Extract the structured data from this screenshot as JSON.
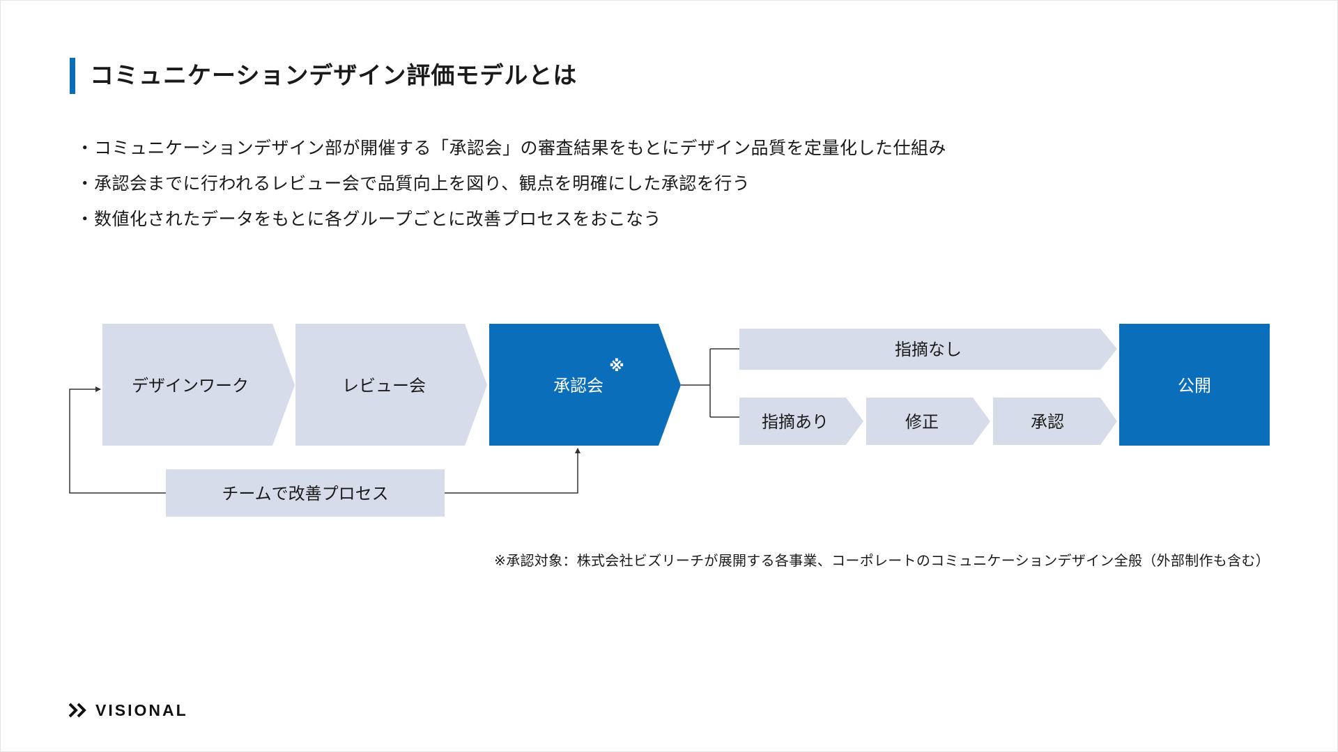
{
  "title": "コミュニケーションデザイン評価モデルとは",
  "bullets": [
    "コミュニケーションデザイン部が開催する「承認会」の審査結果をもとにデザイン品質を定量化した仕組み",
    "承認会までに行われるレビュー会で品質向上を図り、観点を明確にした承認を行う",
    "数値化されたデータをもとに各グループごとに改善プロセスをおこなう"
  ],
  "bullet_marker": "・",
  "flow": {
    "design_work": "デザインワーク",
    "review": "レビュー会",
    "approval_meeting": "承認会",
    "asterisk": "※",
    "no_issues": "指摘なし",
    "has_issues": "指摘あり",
    "fix": "修正",
    "approve": "承認",
    "publish": "公開",
    "team_improvement": "チームで改善プロセス"
  },
  "footnote": "※承認対象：株式会社ビズリーチが展開する各事業、コーポレートのコミュニケーションデザイン全般（外部制作も含む）",
  "logo": {
    "text": "VISIONAL",
    "icon": "double-chevron-icon"
  },
  "colors": {
    "accent": "#0b6ebb",
    "light_shape": "#d6dce9",
    "line": "#333333"
  }
}
